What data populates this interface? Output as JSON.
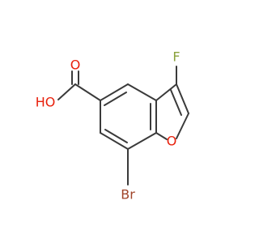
{
  "molecule": {
    "atoms": {
      "fluorine": "F",
      "furan_oxygen": "O",
      "bromine": "Br",
      "carbonyl_oxygen": "O",
      "hydroxyl": "HO"
    }
  },
  "colors": {
    "bond": "#3a3a3a",
    "oxygen": "#e8200c",
    "fluorine": "#8aa23c",
    "bromine": "#a0452a"
  }
}
